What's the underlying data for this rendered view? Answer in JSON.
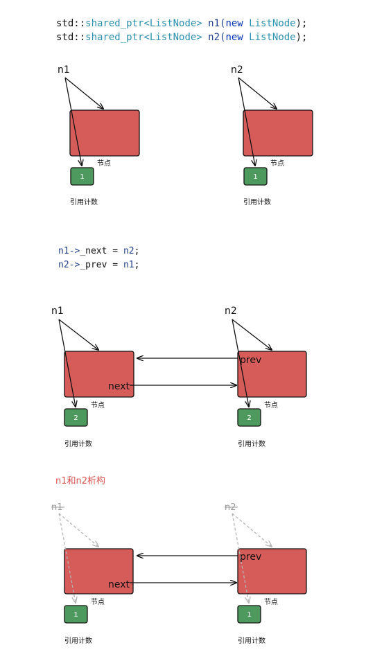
{
  "colors": {
    "node_fill": "#d65c5a",
    "count_fill": "#4e9a5e",
    "type_color": "#2b91af",
    "keyword_color": "#0033b3",
    "var_color": "#1f3f8a",
    "title_color": "#d9534f",
    "faded": "#b0b0b0"
  },
  "code1": {
    "line1": [
      "std::",
      "shared_ptr<ListNode>",
      " n1(",
      "new",
      " ListNode",
      ");"
    ],
    "line2": [
      "std::",
      "shared_ptr<ListNode>",
      " n2(",
      "new",
      " ListNode",
      ");"
    ]
  },
  "code2": {
    "line1": [
      "n1->",
      "_next",
      " = ",
      "n2",
      ";"
    ],
    "line2": [
      "n2->",
      "_prev",
      " = ",
      "n1",
      ";"
    ]
  },
  "section3_title": "n1和n2析构",
  "labels": {
    "n1": "n1",
    "n2": "n2",
    "node": "节点",
    "refcount": "引用计数",
    "next": "next",
    "prev": "prev"
  },
  "counts": {
    "stage1": [
      "1",
      "1"
    ],
    "stage2": [
      "2",
      "2"
    ],
    "stage3": [
      "1",
      "1"
    ]
  }
}
